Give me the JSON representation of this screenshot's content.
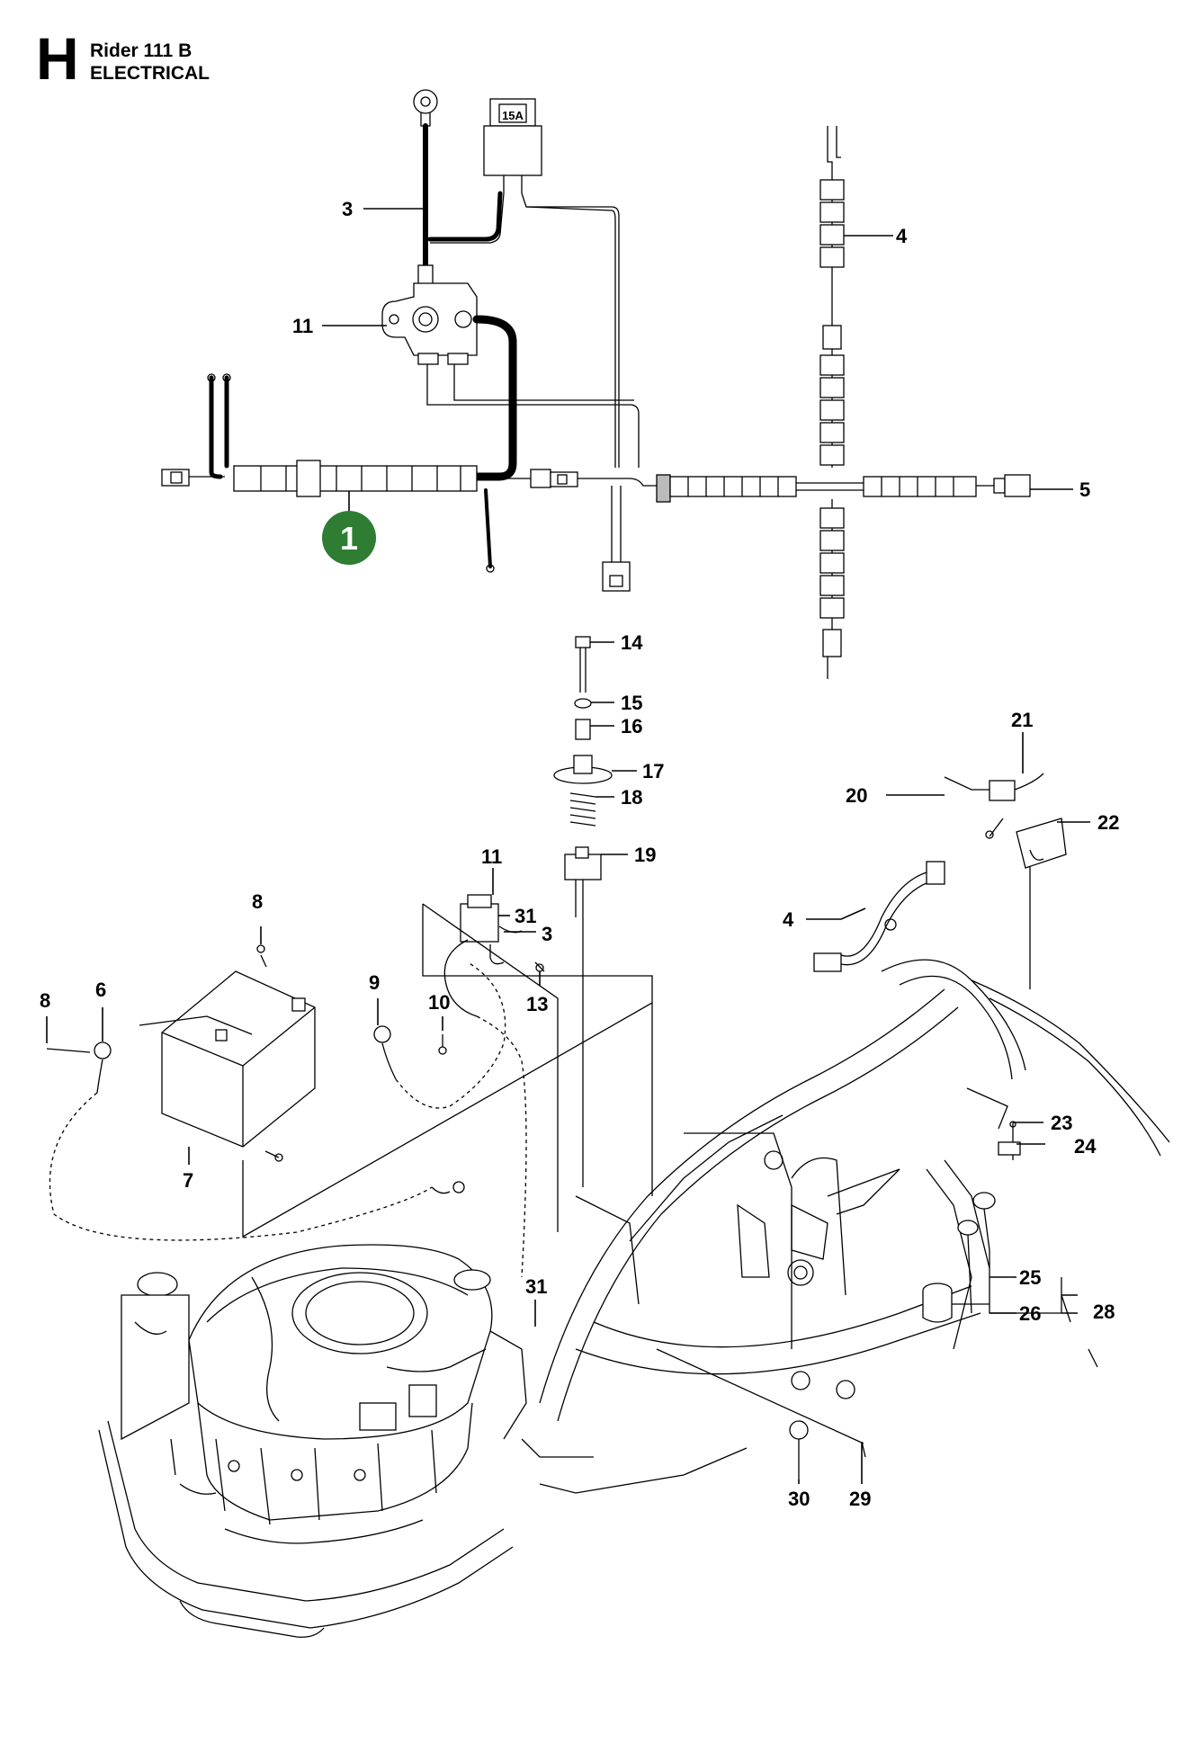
{
  "header": {
    "section_letter": "H",
    "model": "Rider 111 B",
    "section": "ELECTRICAL"
  },
  "fuse_rating": "15A",
  "highlight_callout": {
    "number": "1",
    "color": "#2e7d32"
  },
  "callouts": [
    {
      "id": "c3a",
      "text": "3"
    },
    {
      "id": "c4a",
      "text": "4"
    },
    {
      "id": "c11a",
      "text": "11"
    },
    {
      "id": "c5",
      "text": "5"
    },
    {
      "id": "c14",
      "text": "14"
    },
    {
      "id": "c15",
      "text": "15"
    },
    {
      "id": "c16",
      "text": "16"
    },
    {
      "id": "c17",
      "text": "17"
    },
    {
      "id": "c18",
      "text": "18"
    },
    {
      "id": "c19",
      "text": "19"
    },
    {
      "id": "c21",
      "text": "21"
    },
    {
      "id": "c20",
      "text": "20"
    },
    {
      "id": "c22",
      "text": "22"
    },
    {
      "id": "c11b",
      "text": "11"
    },
    {
      "id": "c31a",
      "text": "31"
    },
    {
      "id": "c3b",
      "text": "3"
    },
    {
      "id": "c4b",
      "text": "4"
    },
    {
      "id": "c8a",
      "text": "8"
    },
    {
      "id": "c13",
      "text": "13"
    },
    {
      "id": "c8b",
      "text": "8"
    },
    {
      "id": "c6",
      "text": "6"
    },
    {
      "id": "c9",
      "text": "9"
    },
    {
      "id": "c10",
      "text": "10"
    },
    {
      "id": "c7",
      "text": "7"
    },
    {
      "id": "c23",
      "text": "23"
    },
    {
      "id": "c24",
      "text": "24"
    },
    {
      "id": "c31b",
      "text": "31"
    },
    {
      "id": "c25",
      "text": "25"
    },
    {
      "id": "c26",
      "text": "26"
    },
    {
      "id": "c28",
      "text": "28"
    },
    {
      "id": "c30",
      "text": "30"
    },
    {
      "id": "c29",
      "text": "29"
    }
  ]
}
